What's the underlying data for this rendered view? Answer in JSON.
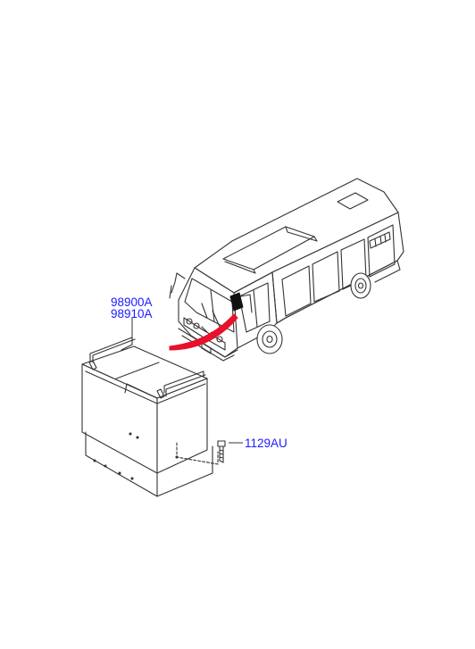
{
  "callouts": {
    "part_1": "98900A",
    "part_2": "98910A",
    "part_3": "1129AU"
  },
  "colors": {
    "line": "#333333",
    "callout_text": "#1a1aff",
    "arrow": "#e8102a"
  }
}
